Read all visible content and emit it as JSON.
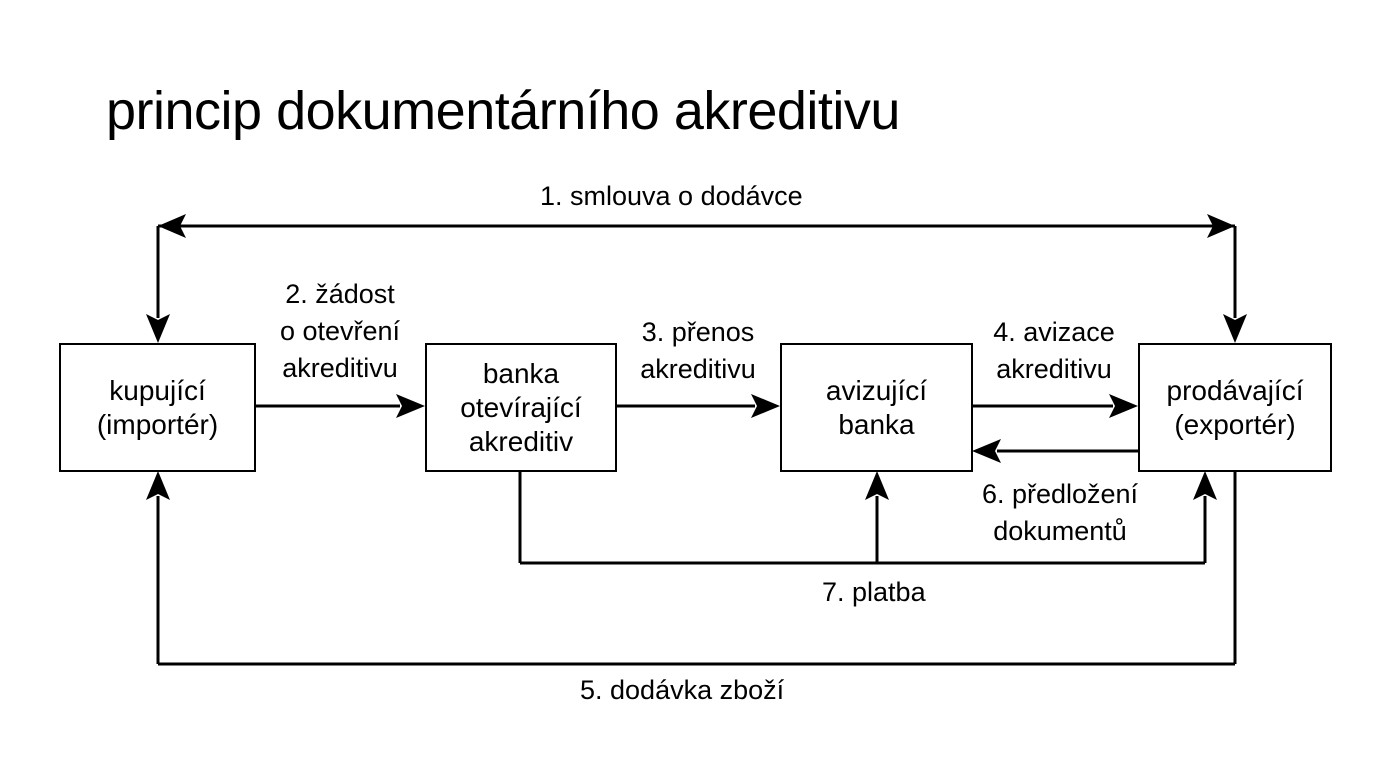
{
  "title": "princip dokumentárního akreditivu",
  "nodes": {
    "buyer": {
      "line1": "kupující",
      "line2": "(importér)"
    },
    "issuing_bank": {
      "line1": "banka",
      "line2": "otevírající",
      "line3": "akreditiv"
    },
    "advising_bank": {
      "line1": "avizující",
      "line2": "banka"
    },
    "seller": {
      "line1": "prodávající",
      "line2": "(exportér)"
    }
  },
  "edges": {
    "step1": {
      "text": "1. smlouva o dodávce"
    },
    "step2": {
      "line1": "2. žádost",
      "line2": "o otevření",
      "line3": "akreditivu"
    },
    "step3": {
      "line1": "3. přenos",
      "line2": "akreditivu"
    },
    "step4": {
      "line1": "4. avizace",
      "line2": "akreditivu"
    },
    "step5": {
      "text": "5. dodávka zboží"
    },
    "step6": {
      "line1": "6. předložení",
      "line2": "dokumentů"
    },
    "step7": {
      "text": "7. platba"
    }
  },
  "colors": {
    "stroke": "#000000",
    "background": "#ffffff"
  }
}
